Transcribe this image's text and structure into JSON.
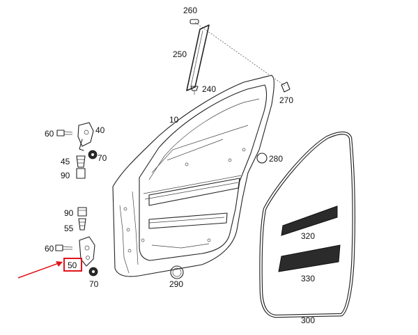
{
  "diagram": {
    "labels": {
      "p10": "10",
      "p40": "40",
      "p45": "45",
      "p50": "50",
      "p55": "55",
      "p60a": "60",
      "p60b": "60",
      "p70a": "70",
      "p70b": "70",
      "p90a": "90",
      "p90b": "90",
      "p240": "240",
      "p250": "250",
      "p260": "260",
      "p270": "270",
      "p280": "280",
      "p290": "290",
      "p300": "300",
      "p320": "320",
      "p330": "330"
    },
    "highlighted_part": "50",
    "colors": {
      "line": "#222222",
      "highlight": "#e0141b",
      "background": "#ffffff"
    }
  }
}
